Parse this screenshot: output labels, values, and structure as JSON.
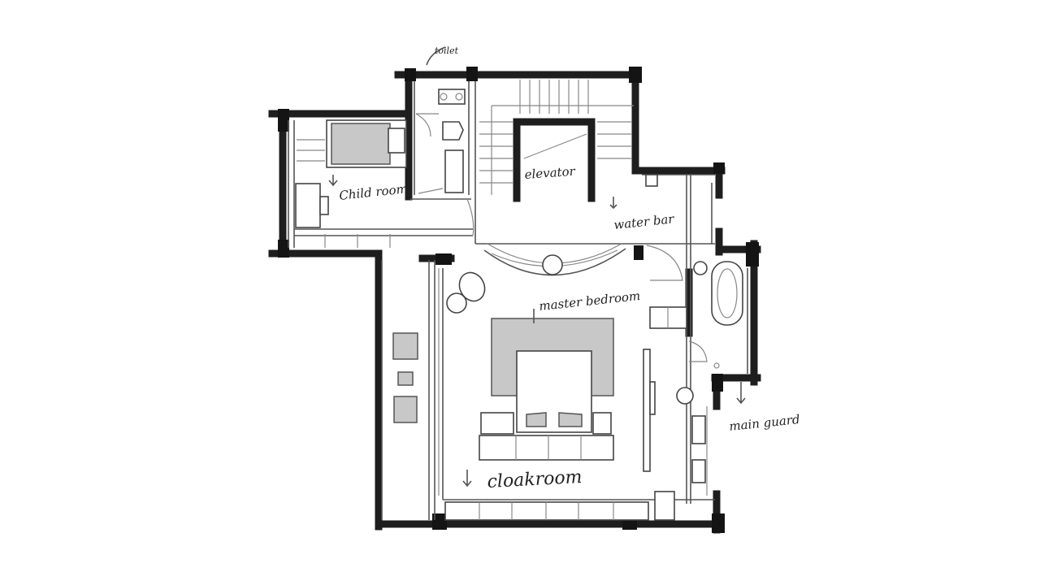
{
  "labels": {
    "toilet": "toilet",
    "elevator": "elevator",
    "child_room": "Child room",
    "water_bar": "water bar",
    "master_bedroom": "master bedroom",
    "main_guard": "main guard",
    "cloakroom": "cloakroom"
  }
}
